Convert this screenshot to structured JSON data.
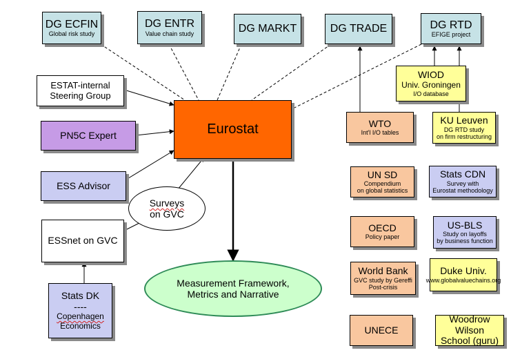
{
  "colors": {
    "cyan": "#c6e2e6",
    "purple": "#c69be6",
    "lavender": "#cacdf2",
    "peach": "#f9c79f",
    "yellow": "#ffff99",
    "orange": "#ff6600",
    "green": "#ccffcc"
  },
  "top": {
    "ecfin": {
      "title": "DG ECFIN",
      "sub": "Global risk study"
    },
    "entr": {
      "title": "DG ENTR",
      "sub": "Value chain  study"
    },
    "markt": {
      "title": "DG MARKT"
    },
    "trade": {
      "title": "DG TRADE"
    },
    "rtd": {
      "title": "DG RTD",
      "sub": "EFIGE project"
    }
  },
  "left": {
    "estat": {
      "line1": "ESTAT-internal",
      "line2": "Steering Group"
    },
    "pn5c": {
      "title": "PN5C Expert"
    },
    "essadvisor": {
      "title": "ESS Advisor"
    },
    "essnet": {
      "title": "ESSnet on GVC"
    },
    "statsdk": {
      "line1": "Stats DK",
      "line2": "----",
      "line3": "Copenhagen",
      "line4": "Economics"
    }
  },
  "center": {
    "eurostat": "Eurostat",
    "surveys": {
      "line1": "Surveys",
      "line2": "on GVC"
    },
    "measurement": {
      "line1": "Measurement Framework,",
      "line2": "Metrics and Narrative"
    }
  },
  "right": {
    "wiod": {
      "title": "WIOD",
      "sub1": "Univ. Groningen",
      "sub2": "I/O database"
    },
    "wto": {
      "title": "WTO",
      "sub": "Int'l I/O tables"
    },
    "kuleuven": {
      "title": "KU Leuven",
      "sub1": "DG RTD study",
      "sub2": "on firm restructuring"
    },
    "unsd": {
      "title": "UN SD",
      "sub1": "Compendium",
      "sub2": "on global statistics"
    },
    "statscdn": {
      "title": "Stats CDN",
      "sub1": "Survey with",
      "sub2": "Eurostat methodology"
    },
    "oecd": {
      "title": "OECD",
      "sub": "Policy paper"
    },
    "usbls": {
      "title": "US-BLS",
      "sub1": "Study on layoffs",
      "sub2": "by business function"
    },
    "worldbank": {
      "title": "World Bank",
      "sub1": "GVC study by Gereffi",
      "sub2": "Post-crisis"
    },
    "duke": {
      "title": "Duke Univ.",
      "sub": "www.globalvaluechains.org"
    },
    "unece": {
      "title": "UNECE"
    },
    "woodrow": {
      "line1": "Woodrow Wilson",
      "line2": "School (guru)"
    }
  }
}
